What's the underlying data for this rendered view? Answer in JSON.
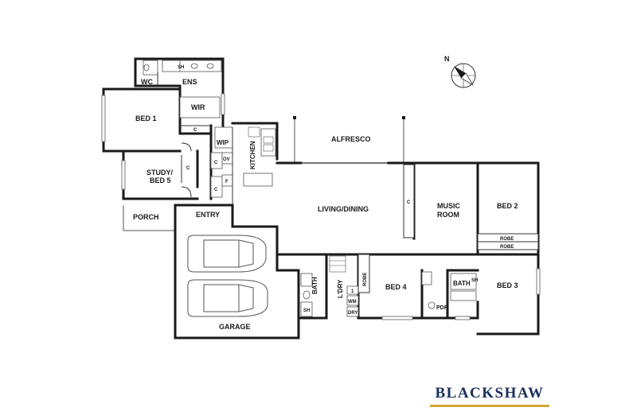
{
  "brand": {
    "name": "BLACKSHAW",
    "accent": "#d4a531",
    "color": "#1c2f5c"
  },
  "compass": {
    "label": "N",
    "icon": "north-arrow-icon"
  },
  "rooms": {
    "wc": "WC",
    "ens": "ENS",
    "wir": "WIR",
    "bed1": "BED 1",
    "wip": "WIP",
    "kitchen": "KITCHEN",
    "alfresco": "ALFRESCO",
    "study_l1": "STUDY/",
    "study_l2": "BED 5",
    "porch": "PORCH",
    "entry": "ENTRY",
    "living": "LIVING/DINING",
    "music_l1": "MUSIC",
    "music_l2": "ROOM",
    "bed2": "BED 2",
    "bed3": "BED 3",
    "bed4": "BED 4",
    "garage": "GARAGE",
    "bath_left": "BATH",
    "laundry": "L'DRY",
    "bath_right": "BATH",
    "pdr": "PDR"
  },
  "fixtures": {
    "c_bed1": "C",
    "c_study": "C",
    "c_hall1": "C",
    "c_hall2": "C",
    "ov": "OV",
    "f": "F",
    "c_living": "C",
    "robe_bed2": "ROBE",
    "robe_bed3": "ROBE",
    "robe_bed4": "ROBE",
    "sh_ens": "SH",
    "sh_bath_left": "SH",
    "sh_bath_right": "SH",
    "wm": "WM",
    "dry": "DRY",
    "l1": "1"
  }
}
